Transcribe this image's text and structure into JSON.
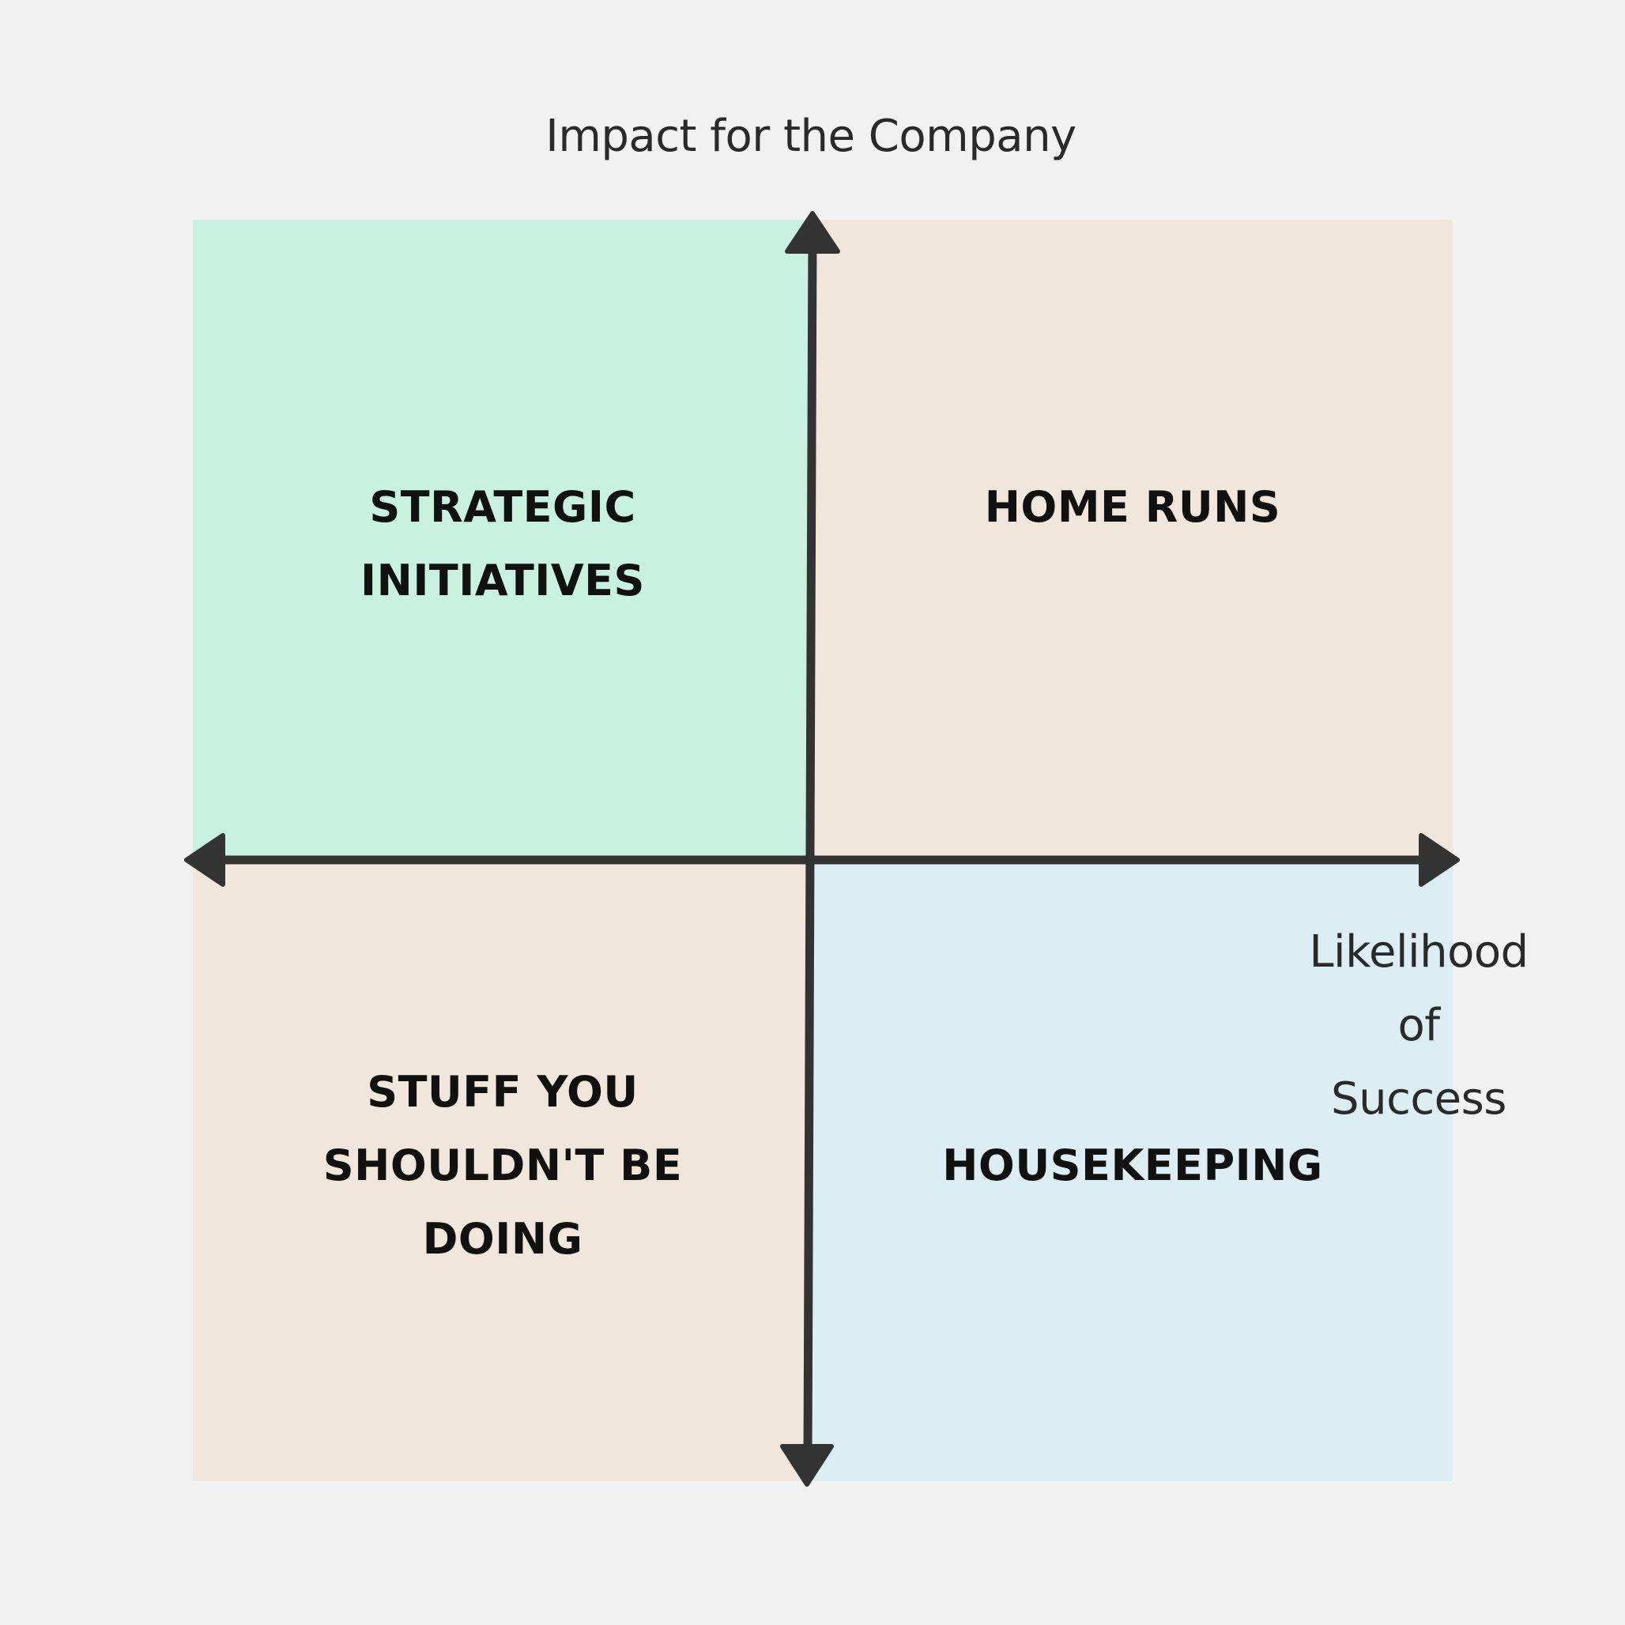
{
  "diagram": {
    "y_axis_title": "Impact for the Company",
    "x_axis_title": "Likelihood of\nSuccess",
    "quadrants": {
      "top_left": {
        "label": "STRATEGIC\nINITIATIVES",
        "color": "#c8f1e1"
      },
      "top_right": {
        "label": "HOME RUNS",
        "color": "#f1e6dc"
      },
      "bottom_left": {
        "label": "STUFF YOU\nSHOULDN'T BE\nDOING",
        "color": "#f1e6dc"
      },
      "bottom_right": {
        "label": "HOUSEKEEPING",
        "color": "#dcedf4"
      }
    },
    "axis_color": "#333333",
    "background_color": "#f1f1f1"
  }
}
